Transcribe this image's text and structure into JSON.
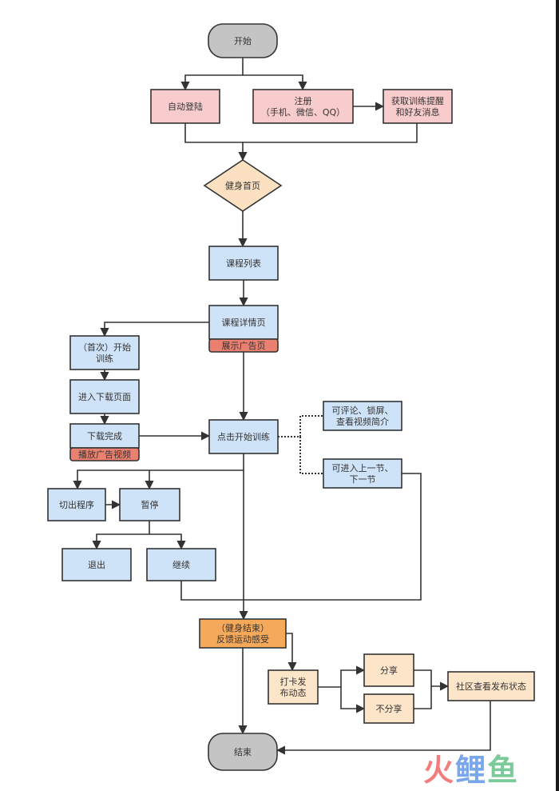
{
  "diagram": {
    "title": "健身App用户流程图",
    "colors": {
      "terminal": "#c4c4c4",
      "pink": "#f8cccc",
      "decision": "#fbe0c2",
      "blue": "#cfe3f8",
      "ad_tag": "#ea8070",
      "orange": "#f5a95a",
      "peach": "#fce5c9",
      "stroke": "#333333"
    },
    "nodes": [
      {
        "id": "start",
        "shape": "terminal",
        "color": "terminal",
        "lines": [
          "开始"
        ]
      },
      {
        "id": "auto_login",
        "shape": "rect",
        "color": "pink",
        "lines": [
          "自动登陆"
        ]
      },
      {
        "id": "register",
        "shape": "rect",
        "color": "pink",
        "lines": [
          "注册",
          "（手机、微信、QQ）"
        ]
      },
      {
        "id": "get_reminders",
        "shape": "rect",
        "color": "pink",
        "lines": [
          "获取训练提醒",
          "和好友消息"
        ]
      },
      {
        "id": "fitness_home",
        "shape": "diamond",
        "color": "decision",
        "lines": [
          "健身首页"
        ]
      },
      {
        "id": "course_list",
        "shape": "rect",
        "color": "blue",
        "lines": [
          "课程列表"
        ]
      },
      {
        "id": "course_detail",
        "shape": "rect",
        "color": "blue",
        "lines": [
          "课程详情页"
        ]
      },
      {
        "id": "show_ad_page",
        "shape": "tag",
        "color": "ad_tag",
        "lines": [
          "展示广告页"
        ]
      },
      {
        "id": "first_training",
        "shape": "rect",
        "color": "blue",
        "lines": [
          "（首次）开始",
          "训练"
        ]
      },
      {
        "id": "download_page",
        "shape": "rect",
        "color": "blue",
        "lines": [
          "进入下载页面"
        ]
      },
      {
        "id": "download_done",
        "shape": "rect",
        "color": "blue",
        "lines": [
          "下载完成"
        ]
      },
      {
        "id": "play_ad_video",
        "shape": "tag",
        "color": "ad_tag",
        "lines": [
          "播放广告视频"
        ]
      },
      {
        "id": "click_start",
        "shape": "rect",
        "color": "blue",
        "lines": [
          "点击开始训练"
        ]
      },
      {
        "id": "comment_lock",
        "shape": "rect",
        "color": "blue",
        "lines": [
          "可评论、锁屏、",
          "查看视频简介"
        ]
      },
      {
        "id": "prev_next",
        "shape": "rect",
        "color": "blue",
        "lines": [
          "可进入上一节、",
          "下一节"
        ]
      },
      {
        "id": "switch_out",
        "shape": "rect",
        "color": "blue",
        "lines": [
          "切出程序"
        ]
      },
      {
        "id": "pause",
        "shape": "rect",
        "color": "blue",
        "lines": [
          "暂停"
        ]
      },
      {
        "id": "exit",
        "shape": "rect",
        "color": "blue",
        "lines": [
          "退出"
        ]
      },
      {
        "id": "resume",
        "shape": "rect",
        "color": "blue",
        "lines": [
          "继续"
        ]
      },
      {
        "id": "feedback",
        "shape": "rect",
        "color": "orange",
        "lines": [
          "（健身结束）",
          "反馈运动感受"
        ]
      },
      {
        "id": "checkin_post",
        "shape": "rect",
        "color": "peach",
        "lines": [
          "打卡发",
          "布动态"
        ]
      },
      {
        "id": "share",
        "shape": "rect",
        "color": "peach",
        "lines": [
          "分享"
        ]
      },
      {
        "id": "no_share",
        "shape": "rect",
        "color": "peach",
        "lines": [
          "不分享"
        ]
      },
      {
        "id": "community_status",
        "shape": "rect",
        "color": "peach",
        "lines": [
          "社区查看发布状态"
        ]
      },
      {
        "id": "end",
        "shape": "terminal",
        "color": "terminal",
        "lines": [
          "结束"
        ]
      }
    ],
    "edges": [
      {
        "from": "start",
        "to": "auto_login",
        "style": "solid"
      },
      {
        "from": "start",
        "to": "register",
        "style": "solid"
      },
      {
        "from": "register",
        "to": "get_reminders",
        "style": "solid"
      },
      {
        "from": "auto_login",
        "to": "fitness_home",
        "style": "solid"
      },
      {
        "from": "get_reminders",
        "to": "fitness_home",
        "style": "solid"
      },
      {
        "from": "fitness_home",
        "to": "course_list",
        "style": "solid"
      },
      {
        "from": "course_list",
        "to": "course_detail",
        "style": "solid"
      },
      {
        "from": "course_detail",
        "to": "first_training",
        "style": "solid"
      },
      {
        "from": "course_detail",
        "to": "click_start",
        "style": "solid"
      },
      {
        "from": "first_training",
        "to": "download_page",
        "style": "solid"
      },
      {
        "from": "download_page",
        "to": "download_done",
        "style": "solid"
      },
      {
        "from": "download_done",
        "to": "click_start",
        "style": "solid"
      },
      {
        "from": "click_start",
        "to": "comment_lock",
        "style": "dotted"
      },
      {
        "from": "click_start",
        "to": "prev_next",
        "style": "dotted"
      },
      {
        "from": "click_start",
        "to": "switch_out",
        "style": "solid"
      },
      {
        "from": "click_start",
        "to": "pause",
        "style": "solid"
      },
      {
        "from": "click_start",
        "to": "feedback",
        "style": "solid"
      },
      {
        "from": "switch_out",
        "to": "pause",
        "style": "solid"
      },
      {
        "from": "pause",
        "to": "exit",
        "style": "solid"
      },
      {
        "from": "pause",
        "to": "resume",
        "style": "solid"
      },
      {
        "from": "resume",
        "to": "feedback",
        "style": "solid"
      },
      {
        "from": "prev_next",
        "to": "feedback",
        "style": "solid"
      },
      {
        "from": "feedback",
        "to": "checkin_post",
        "style": "solid"
      },
      {
        "from": "feedback",
        "to": "end",
        "style": "solid"
      },
      {
        "from": "checkin_post",
        "to": "share",
        "style": "solid"
      },
      {
        "from": "checkin_post",
        "to": "no_share",
        "style": "solid"
      },
      {
        "from": "share",
        "to": "community_status",
        "style": "solid"
      },
      {
        "from": "no_share",
        "to": "community_status",
        "style": "solid"
      },
      {
        "from": "community_status",
        "to": "end",
        "style": "solid"
      }
    ]
  },
  "watermark": {
    "chars": [
      "火",
      "鲤",
      "鱼"
    ],
    "colors": [
      "#f27d7d",
      "#7aa7ea",
      "#7cc99a"
    ]
  }
}
